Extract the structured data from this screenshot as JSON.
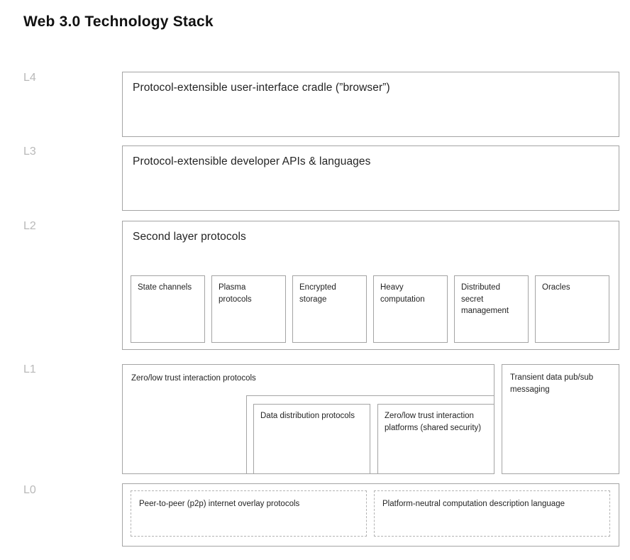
{
  "title": "Web 3.0 Technology Stack",
  "colors": {
    "border_solid": "#a4a4a4",
    "border_dashed": "#b3b3b3",
    "layer_label": "#b9b9b9",
    "text": "#242424"
  },
  "layers": {
    "l4": {
      "label": "L4",
      "box": "Protocol-extensible user-interface cradle (”browser”)"
    },
    "l3": {
      "label": "L3",
      "box": "Protocol-extensible developer APIs & languages"
    },
    "l2": {
      "label": "L2",
      "box": "Second layer protocols",
      "items": [
        "State channels",
        "Plasma\nprotocols",
        "Encrypted\nstorage",
        "Heavy\ncomputation",
        "Distributed\nsecret\nmanagement",
        "Oracles"
      ]
    },
    "l1": {
      "label": "L1",
      "main": "Zero/low trust interaction protocols",
      "nested": [
        "Data distribution protocols",
        "Zero/low trust interaction\nplatforms (shared security)"
      ],
      "right": "Transient data pub/sub\nmessaging"
    },
    "l0": {
      "label": "L0",
      "items": [
        "Peer-to-peer (p2p) internet overlay protocols",
        "Platform-neutral computation description language"
      ]
    }
  }
}
